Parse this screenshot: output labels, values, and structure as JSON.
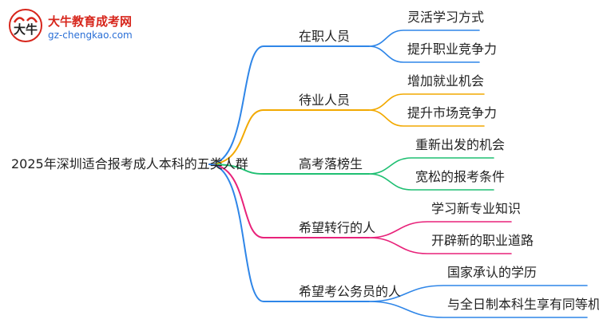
{
  "logo": {
    "name": "大牛教育成考网",
    "url": "gz-chengkao.com"
  },
  "root": {
    "label": "2025年深圳适合报考成人本科的五类人群"
  },
  "branches": [
    {
      "label": "在职人员",
      "color": "#2f86e8",
      "children": [
        "灵活学习方式",
        "提升职业竞争力"
      ]
    },
    {
      "label": "待业人员",
      "color": "#f2a900",
      "children": [
        "增加就业机会",
        "提升市场竞争力"
      ]
    },
    {
      "label": "高考落榜生",
      "color": "#1fbf72",
      "children": [
        "重新出发的机会",
        "宽松的报考条件"
      ]
    },
    {
      "label": "希望转行的人",
      "color": "#e8227a",
      "children": [
        "学习新专业知识",
        "开辟新的职业道路"
      ]
    },
    {
      "label": "希望考公务员的人",
      "color": "#2f86e8",
      "children": [
        "国家承认的学历",
        "与全日制本科生享有同等机会"
      ]
    }
  ]
}
